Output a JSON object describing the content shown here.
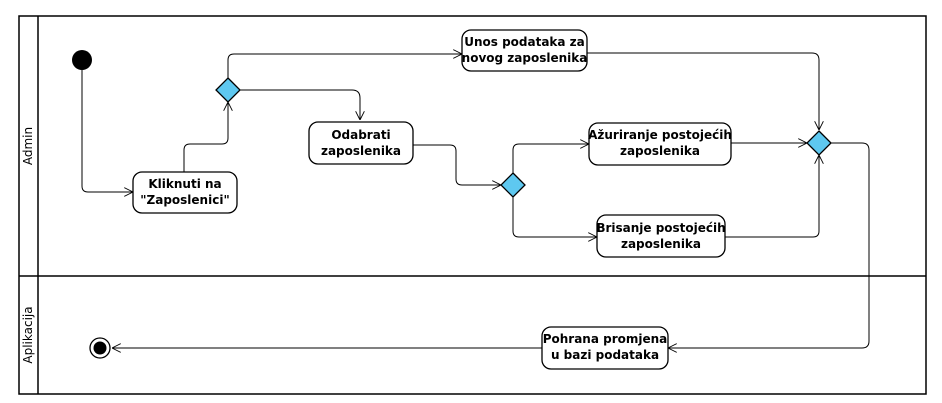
{
  "lanes": [
    {
      "label": "Admin"
    },
    {
      "label": "Aplikacija"
    }
  ],
  "nodes": {
    "klik": [
      "Kliknuti na",
      "\"Zaposlenici\""
    ],
    "unos": [
      "Unos podataka za",
      "novog zaposlenika"
    ],
    "odabrati": [
      "Odabrati",
      "zaposlenika"
    ],
    "azuriranje": [
      "Ažuriranje postojećih",
      "zaposlenika"
    ],
    "brisanje": [
      "Brisanje postojećih",
      "zaposlenika"
    ],
    "pohrana": [
      "Pohrana promjena",
      "u bazi podataka"
    ]
  },
  "colors": {
    "decision_fill": "#5ec8f0",
    "line": "#000000",
    "background": "#ffffff"
  }
}
